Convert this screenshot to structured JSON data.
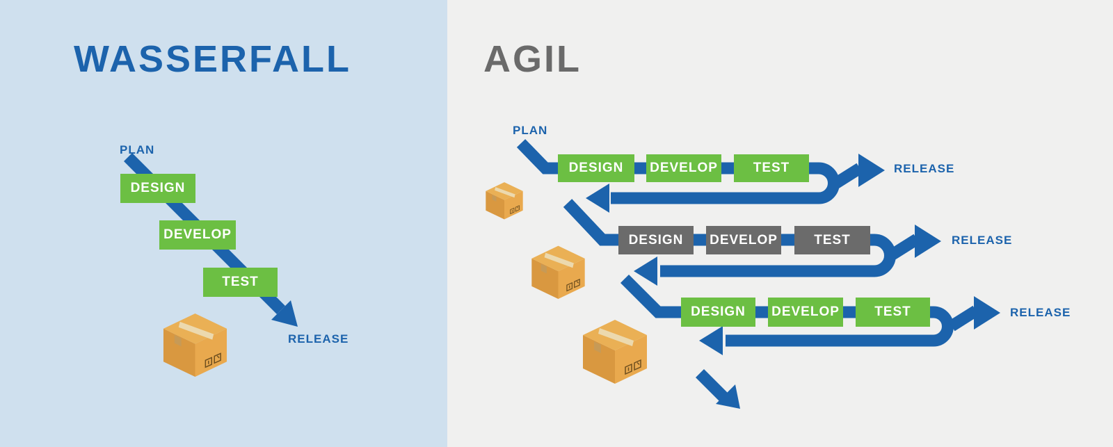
{
  "waterfall": {
    "title": "WASSERFALL",
    "plan_label": "PLAN",
    "steps": [
      "DESIGN",
      "DEVELOP",
      "TEST"
    ],
    "release_label": "RELEASE"
  },
  "agile": {
    "title": "AGIL",
    "plan_label": "PLAN",
    "iterations": [
      {
        "style": "green",
        "steps": [
          "DESIGN",
          "DEVELOP",
          "TEST"
        ],
        "release_label": "RELEASE"
      },
      {
        "style": "gray",
        "steps": [
          "DESIGN",
          "DEVELOP",
          "TEST"
        ],
        "release_label": "RELEASE"
      },
      {
        "style": "green",
        "steps": [
          "DESIGN",
          "DEVELOP",
          "TEST"
        ],
        "release_label": "RELEASE"
      }
    ]
  },
  "colors": {
    "arrow_blue": "#1c63ac",
    "step_green": "#6cbf43",
    "step_gray": "#6b6b6b",
    "title_gray": "#6a6a6a",
    "left_background": "#cfe0ee",
    "right_background": "#f0f0ef",
    "box_front": "#e9a94e",
    "box_side": "#d99840",
    "box_top": "#eab055",
    "box_tape": "#ecd9ae"
  },
  "icons": {
    "package": "package-box-icon"
  }
}
